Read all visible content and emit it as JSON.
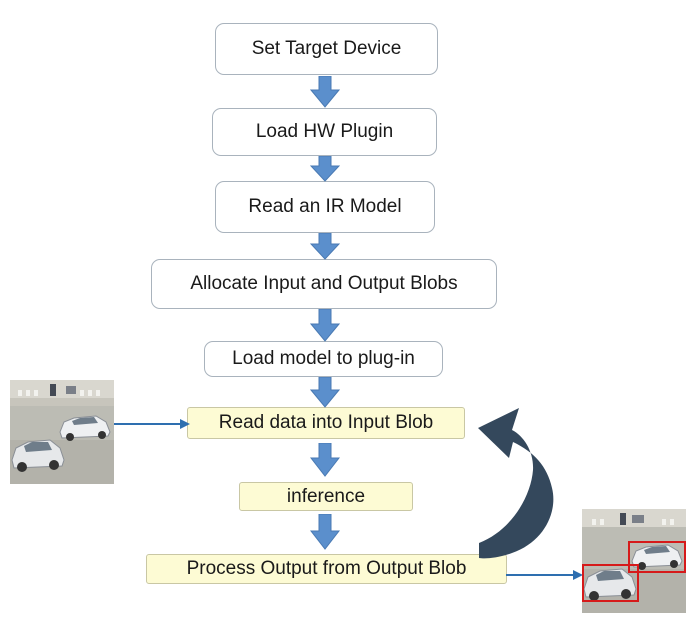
{
  "steps": [
    {
      "label": "Set Target Device",
      "style": "white"
    },
    {
      "label": "Load HW Plugin",
      "style": "white"
    },
    {
      "label": "Read an IR Model",
      "style": "white"
    },
    {
      "label": "Allocate Input and Output Blobs",
      "style": "white"
    },
    {
      "label": "Load model to plug-in",
      "style": "white"
    },
    {
      "label": "Read data into Input Blob",
      "style": "yellow"
    },
    {
      "label": "inference",
      "style": "yellow"
    },
    {
      "label": "Process Output from Output Blob",
      "style": "yellow"
    }
  ],
  "images": {
    "input": "traffic-scene-input-photo",
    "output": "traffic-scene-detections-photo"
  },
  "colors": {
    "arrow_fill": "#5b8fcc",
    "arrow_stroke": "#4a7ab3",
    "loop_arrow": "#34485c",
    "connector": "#2e6fb0",
    "detection_box": "#d61a1a",
    "yellow_box": "#fdfbd4",
    "box_border": "#a9b3bd"
  }
}
